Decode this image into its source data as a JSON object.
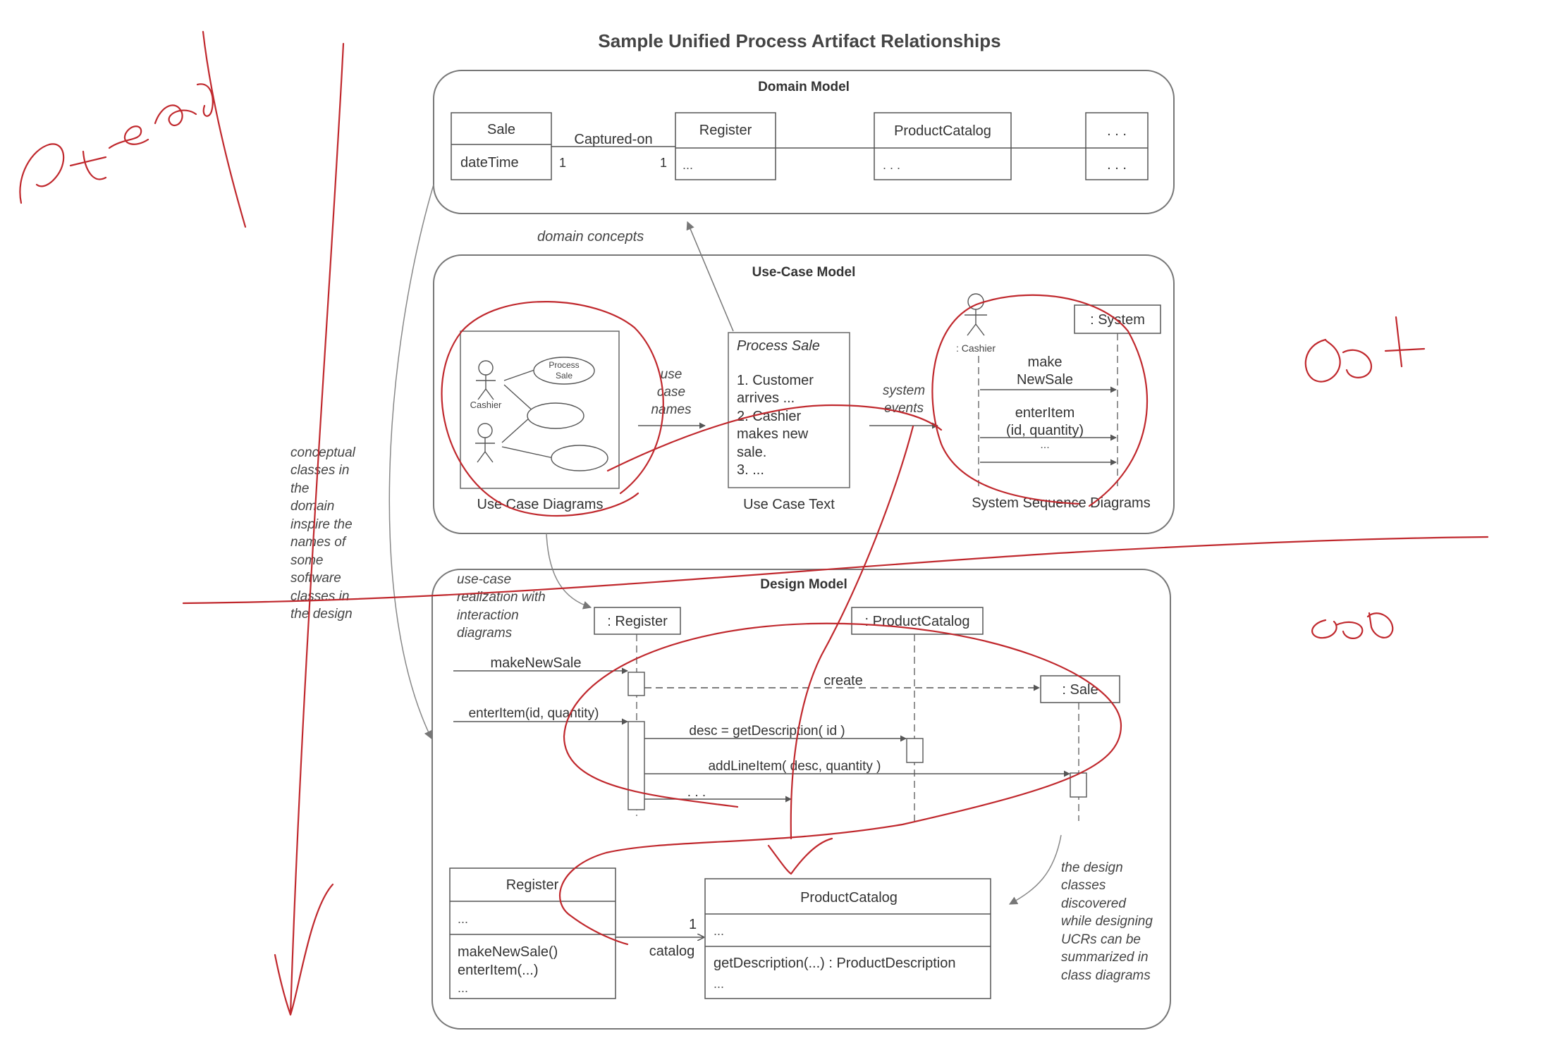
{
  "title": "Sample Unified Process Artifact Relationships",
  "domain_model": {
    "title": "Domain Model",
    "sale": {
      "name": "Sale",
      "attr": "dateTime"
    },
    "association": {
      "label": "Captured-on",
      "mult_left": "1",
      "mult_right": "1"
    },
    "register": {
      "name": "Register",
      "attr": "..."
    },
    "catalog": {
      "name": "ProductCatalog",
      "attr": ". . ."
    },
    "more": {
      "name": ". . .",
      "attr": ". . ."
    }
  },
  "arrow_domain_concepts": "domain concepts",
  "use_case_model": {
    "title": "Use-Case Model",
    "uc_actor1": "Cashier",
    "uc_bubble": [
      "Process",
      "Sale"
    ],
    "uc_diagrams_label": "Use Case Diagrams",
    "use_case_names": [
      "use",
      "case",
      "names"
    ],
    "text_title": "Process Sale",
    "text_lines": [
      "1. Customer",
      "arrives ...",
      "2. Cashier",
      "makes new",
      "sale.",
      "3. ..."
    ],
    "text_label": "Use Case Text",
    "system_events": [
      "system",
      "events"
    ],
    "ssd_actor": ": Cashier",
    "ssd_system": ": System",
    "ssd_msg1": [
      "make",
      "NewSale"
    ],
    "ssd_msg2": [
      "enterItem",
      "(id, quantity)"
    ],
    "ssd_msg3": "...",
    "ssd_label": "System Sequence Diagrams"
  },
  "left_note": [
    "conceptual",
    "classes in",
    "the",
    "domain",
    "inspire the",
    "names of",
    "some",
    "software",
    "classes in",
    "the design"
  ],
  "design_model": {
    "title": "Design Model",
    "ucr_note": [
      "use-case",
      "realization with",
      "interaction",
      "diagrams"
    ],
    "register_lifeline": ": Register",
    "catalog_lifeline": ": ProductCatalog",
    "sale_lifeline": ": Sale",
    "msg_make": "makeNewSale",
    "msg_create": "create",
    "msg_enter": "enterItem(id, quantity)",
    "msg_desc": "desc = getDescription( id )",
    "msg_add": "addLineItem( desc, quantity )",
    "msg_more": ". . .",
    "class_register": {
      "name": "Register",
      "attr": "...",
      "ops": [
        "makeNewSale()",
        "enterItem(...)",
        "..."
      ]
    },
    "assoc": {
      "mult": "1",
      "role": "catalog"
    },
    "class_catalog": {
      "name": "ProductCatalog",
      "attr": "...",
      "ops": [
        "getDescription(...) : ProductDescription",
        "..."
      ]
    },
    "right_note": [
      "the design",
      "classes",
      "discovered",
      "while designing",
      "UCRs can be",
      "summarized in",
      "class diagrams"
    ]
  },
  "colors": {
    "ink": "#333333",
    "box_border": "#555555",
    "annotation": "#c0282d"
  }
}
